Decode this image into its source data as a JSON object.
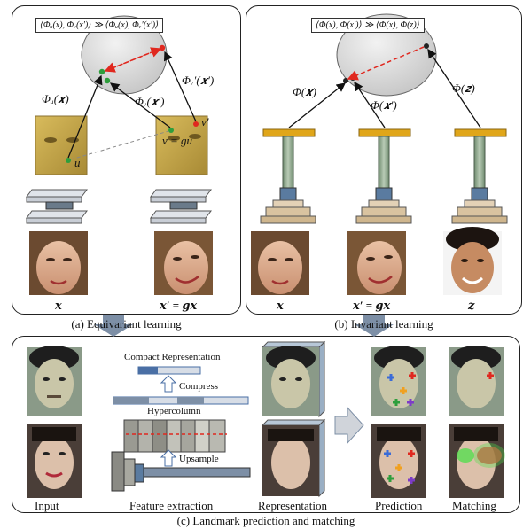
{
  "panel_a": {
    "equation": "⟨Φᵤ(x), Φᵥ(x′)⟩ ≫ ⟨Φᵤ(x), Φᵥ′(x′)⟩",
    "phi_u_x": "Φᵤ(𝒙)",
    "phi_v_xp": "Φᵥ(𝒙′)",
    "phi_vp_xp": "Φᵥ′(𝒙′)",
    "point_u": "u",
    "point_v": "v = gu",
    "point_vp": "v′",
    "img_left": "𝒙",
    "img_right": "𝒙′ = 𝒈𝒙",
    "caption": "(a) Equivariant learning"
  },
  "panel_b": {
    "equation": "⟨Φ(x), Φ(x′)⟩ ≫ ⟨Φ(x), Φ(z)⟩",
    "phi_x": "Φ(𝒙)",
    "phi_xp": "Φ(𝒙′)",
    "phi_z": "Φ(𝒛)",
    "img_1": "𝒙",
    "img_2": "𝒙′ = 𝒈𝒙",
    "img_3": "𝒛",
    "caption": "(b) Invariant learning"
  },
  "panel_c": {
    "compact_rep": "Compact Representation",
    "compress": "Compress",
    "hypercolumn": "Hypercolumn",
    "upsample": "Upsample",
    "col_input": "Input",
    "col_feature": "Feature extraction",
    "col_representation": "Representation",
    "col_prediction": "Prediction",
    "col_matching": "Matching",
    "caption": "(c) Landmark prediction and matching"
  },
  "colors": {
    "green_point": "#2e9e3c",
    "red_point": "#e0281f",
    "dashed_arrow": "#e0281f",
    "sphere": "#dcdcdc",
    "face_yellow": "#c8a84a",
    "bar_blue": "#4a6fa5",
    "arrow_fill": "#7d8fa6",
    "landmark_blue": "#3a6bd8",
    "landmark_orange": "#f0a020",
    "landmark_purple": "#7d3cc8"
  }
}
